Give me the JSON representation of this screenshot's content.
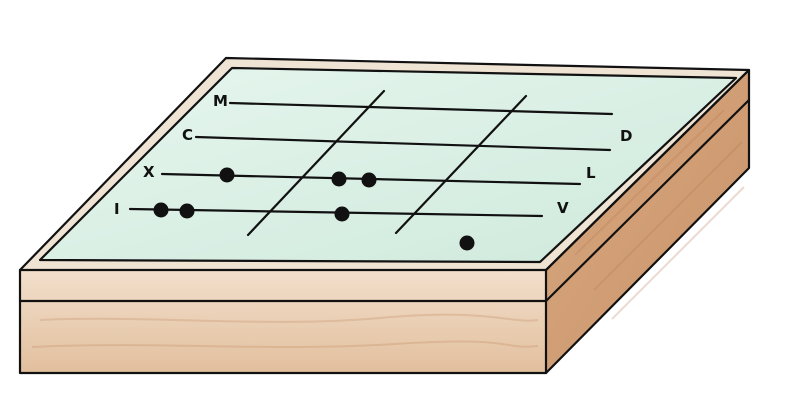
{
  "labels": {
    "M": "M",
    "C": "C",
    "D": "D",
    "X": "X",
    "L": "L",
    "I": "I",
    "V": "V"
  },
  "colors": {
    "board_surface": "#dff2e8",
    "wood_top": "#f1e0cf",
    "wood_side": "#d9b08a",
    "wood_front": "#e7c7a7",
    "ink": "#111111"
  }
}
